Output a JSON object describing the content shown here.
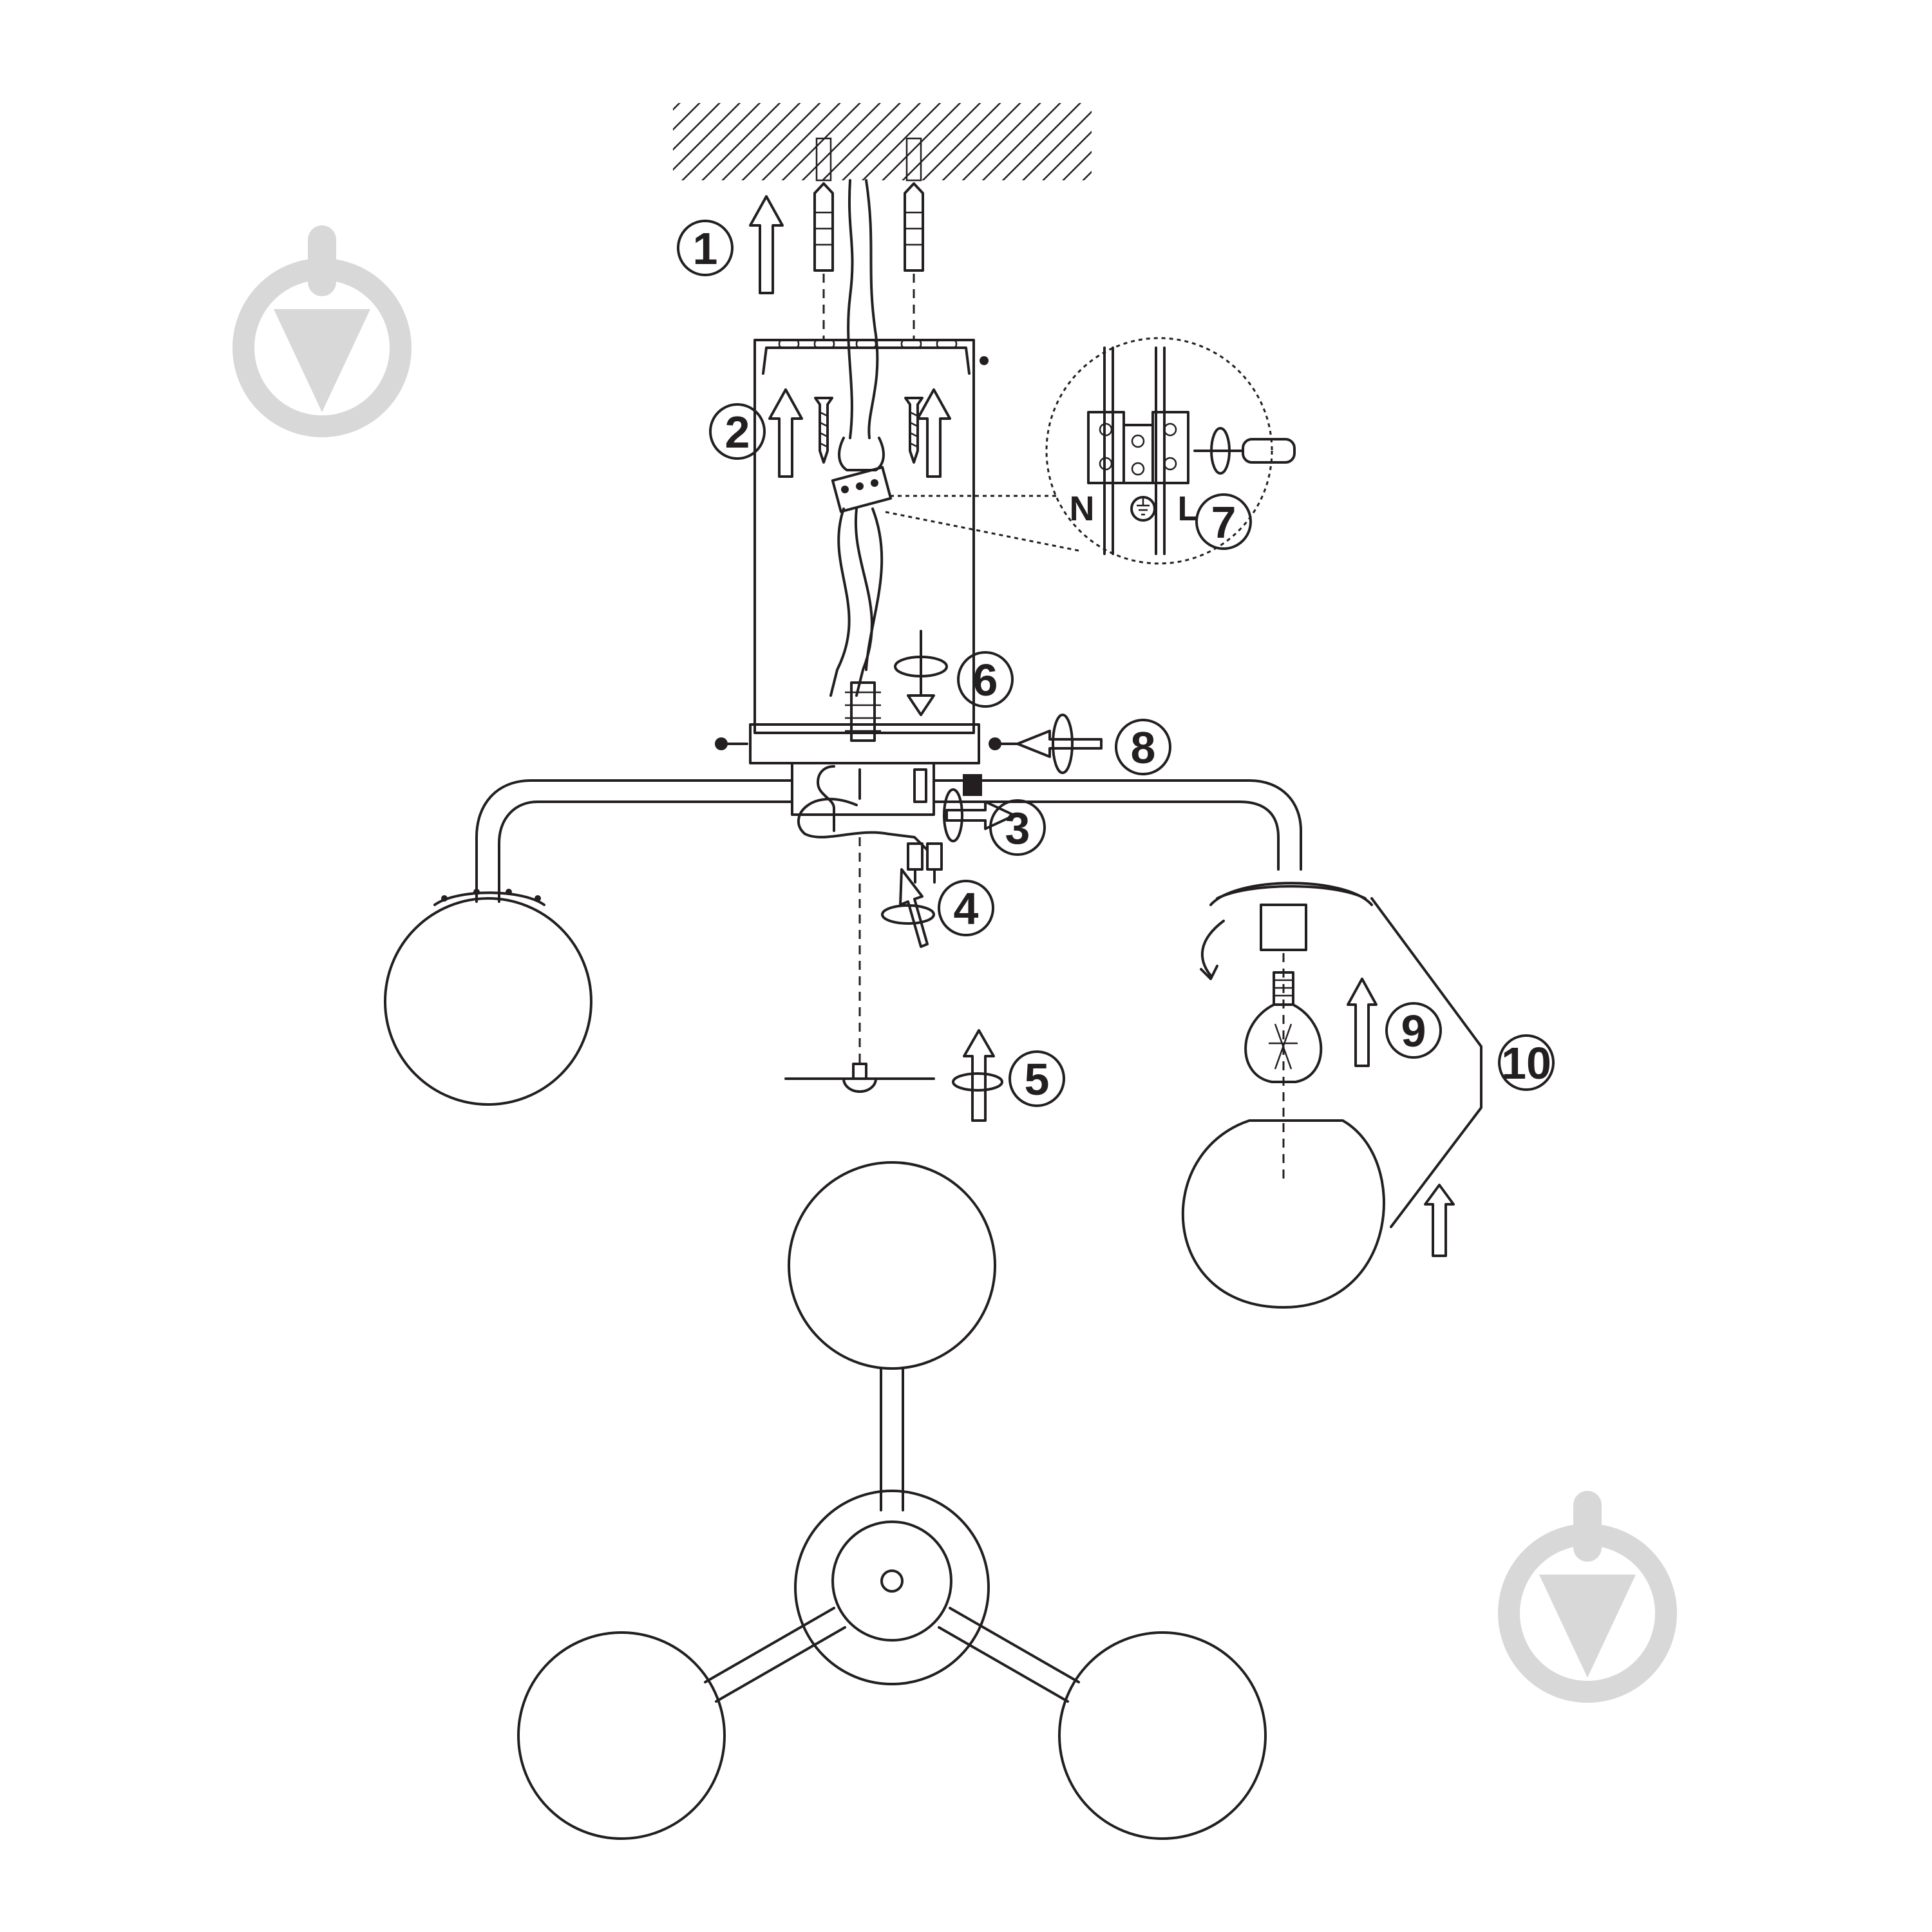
{
  "steps": [
    "1",
    "2",
    "3",
    "4",
    "5",
    "6",
    "7",
    "8",
    "9",
    "10"
  ],
  "wiring": {
    "neutral": "N",
    "live": "L"
  },
  "icons": {
    "watermark": "download-pin-icon",
    "ground": "ground-symbol-icon",
    "rotate": "rotate-arrow-icon",
    "screwdriver": "screwdriver-icon",
    "bulb": "light-bulb-icon"
  },
  "colors": {
    "line": "#231f20",
    "watermark": "#d8d8d8",
    "background": "#ffffff"
  }
}
